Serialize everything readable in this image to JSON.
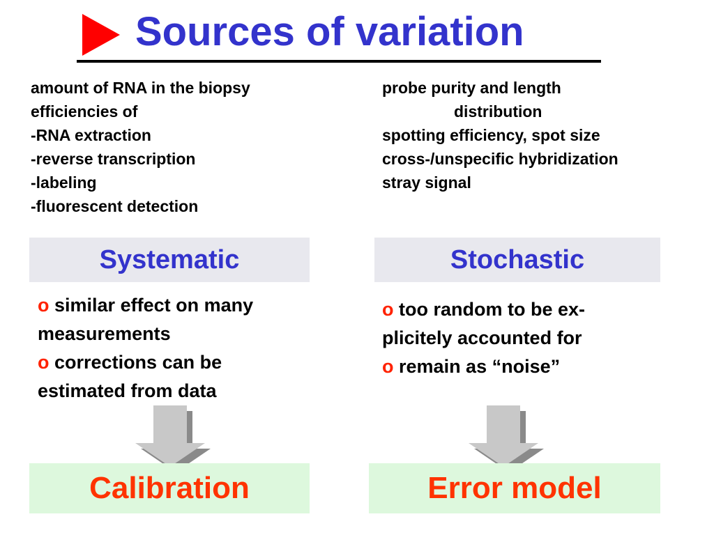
{
  "title": {
    "text": "Sources of variation",
    "arrow_color": "#ff0000",
    "text_color": "#3333cc"
  },
  "left_sources": [
    "amount of RNA in the biopsy",
    "efficiencies of",
    "-RNA extraction",
    "-reverse transcription",
    "-labeling",
    "-fluorescent detection"
  ],
  "right_sources": [
    "probe purity and length",
    "distribution",
    "spotting efficiency, spot size",
    "cross-/unspecific hybridization",
    "stray signal"
  ],
  "systematic": {
    "heading": "Systematic",
    "bullet_mark": "o",
    "bullets": [
      [
        "similar effect on many",
        "measurements"
      ],
      [
        "corrections can be",
        "estimated from data"
      ]
    ],
    "result": "Calibration"
  },
  "stochastic": {
    "heading": "Stochastic",
    "bullet_mark": "o",
    "bullets": [
      [
        "too random to be ex-",
        "plicitely accounted for"
      ],
      [
        "remain as “noise”"
      ]
    ],
    "result": "Error model"
  },
  "colors": {
    "heading_band": "#e8e8ee",
    "result_band": "#ddf8dd",
    "heading_text": "#3333cc",
    "result_text": "#ff3300",
    "bullet": "#ff2200",
    "arrow_fill": "#c8c8c8"
  },
  "icons": [
    "right-triangle-icon",
    "down-arrow-icon"
  ]
}
